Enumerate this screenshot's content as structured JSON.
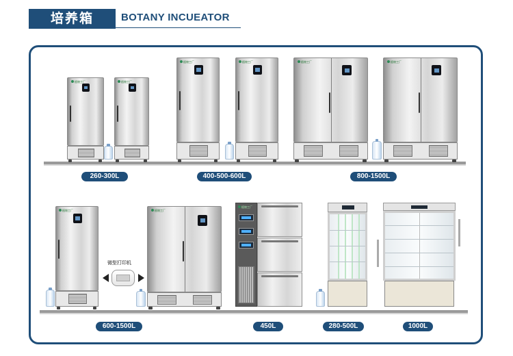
{
  "header": {
    "title_cn": "培养箱",
    "title_en": "BOTANY INCUEATOR"
  },
  "tags": {
    "t1": "260-300L",
    "t2": "400-500-600L",
    "t3": "800-1500L",
    "t4": "600-1500L",
    "t5": "450L",
    "t6": "280-500L",
    "t7": "1000L"
  },
  "printer": {
    "label": "微型打印机"
  },
  "brand_text": "植物工厂",
  "colors": {
    "brand": "#1f4e79",
    "stainless": "#d9d9d9",
    "screen": "#101218"
  }
}
